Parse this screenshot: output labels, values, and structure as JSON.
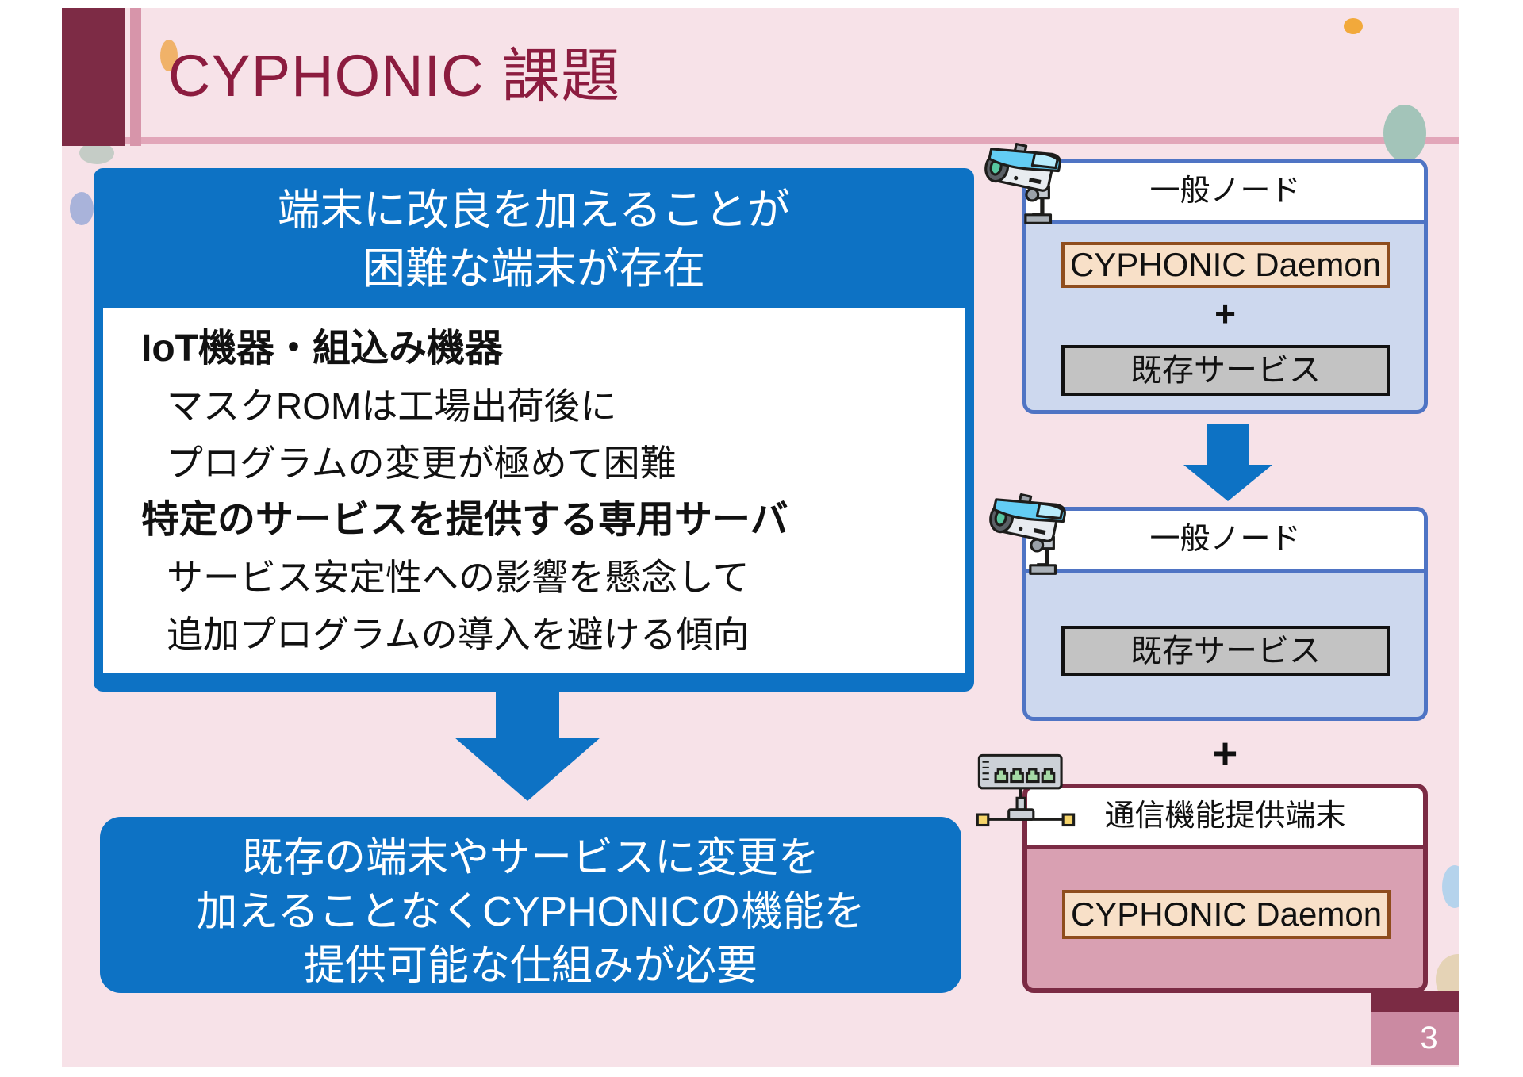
{
  "title": "CYPHONIC 課題",
  "page_number": "3",
  "problem": {
    "headline_line1": "端末に改良を加えることが",
    "headline_line2": "困難な端末が存在",
    "groups": [
      {
        "heading": "IoT機器・組込み機器",
        "line1": "マスクROMは工場出荷後に",
        "line2": "プログラムの変更が極めて困難"
      },
      {
        "heading": "特定のサービスを提供する専用サーバ",
        "line1": "サービス安定性への影響を懸念して",
        "line2": "追加プログラムの導入を避ける傾向"
      }
    ]
  },
  "conclusion": {
    "line1": "既存の端末やサービスに変更を",
    "line2": "加えることなくCYPHONICの機能を",
    "line3": "提供可能な仕組みが必要"
  },
  "diagram": {
    "node_top": {
      "title": "一般ノード",
      "daemon_label": "CYPHONIC Daemon",
      "plus": "+",
      "service_label": "既存サービス"
    },
    "node_middle": {
      "title": "一般ノード",
      "service_label": "既存サービス"
    },
    "plus_between_nodes": "+",
    "node_bottom": {
      "title": "通信機能提供端末",
      "daemon_label": "CYPHONIC Daemon"
    }
  },
  "colors": {
    "slide_background": "#f7e2e8",
    "accent_blue": "#0d72c4",
    "title_text": "#8c1c3f",
    "maroon_block": "#7d2b45",
    "node_border_blue": "#4f74c4",
    "node_body_blue": "#cdd8ee",
    "daemon_box_fill": "#f8e0c8",
    "daemon_box_border": "#8f4d1d",
    "service_box_fill": "#c3c3c3",
    "provider_node_border": "#7b2b44",
    "provider_node_body": "#d9a0b2",
    "page_number_box": "#cb8aa2"
  }
}
